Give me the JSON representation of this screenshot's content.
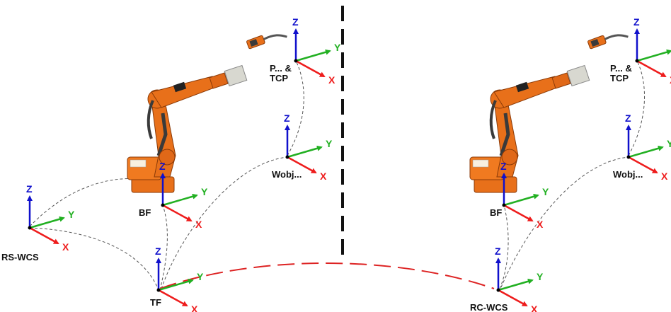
{
  "colors": {
    "x_axis": "#ee1c1c",
    "y_axis": "#22b022",
    "z_axis": "#1010cc",
    "divider": "#111111",
    "dashed_link": "#555555",
    "red_arc": "#dd2222",
    "robot_orange": "#e8701a",
    "robot_dark": "#3a3a3a",
    "tool_grey": "#d8d8d0"
  },
  "axis_letters": {
    "x": "X",
    "y": "Y",
    "z": "Z"
  },
  "left": {
    "rs_wcs": "RS-WCS",
    "tf": "TF",
    "bf": "BF",
    "wobj": "Wobj...",
    "tcp_line1": "P... &",
    "tcp_line2": "TCP"
  },
  "right": {
    "rc_wcs": "RC-WCS",
    "bf": "BF",
    "wobj": "Wobj...",
    "tcp_line1": "P... &",
    "tcp_line2": "TCP"
  },
  "icons": {
    "robot": "industrial-robot-icon",
    "welding_torch": "welding-torch-icon"
  }
}
